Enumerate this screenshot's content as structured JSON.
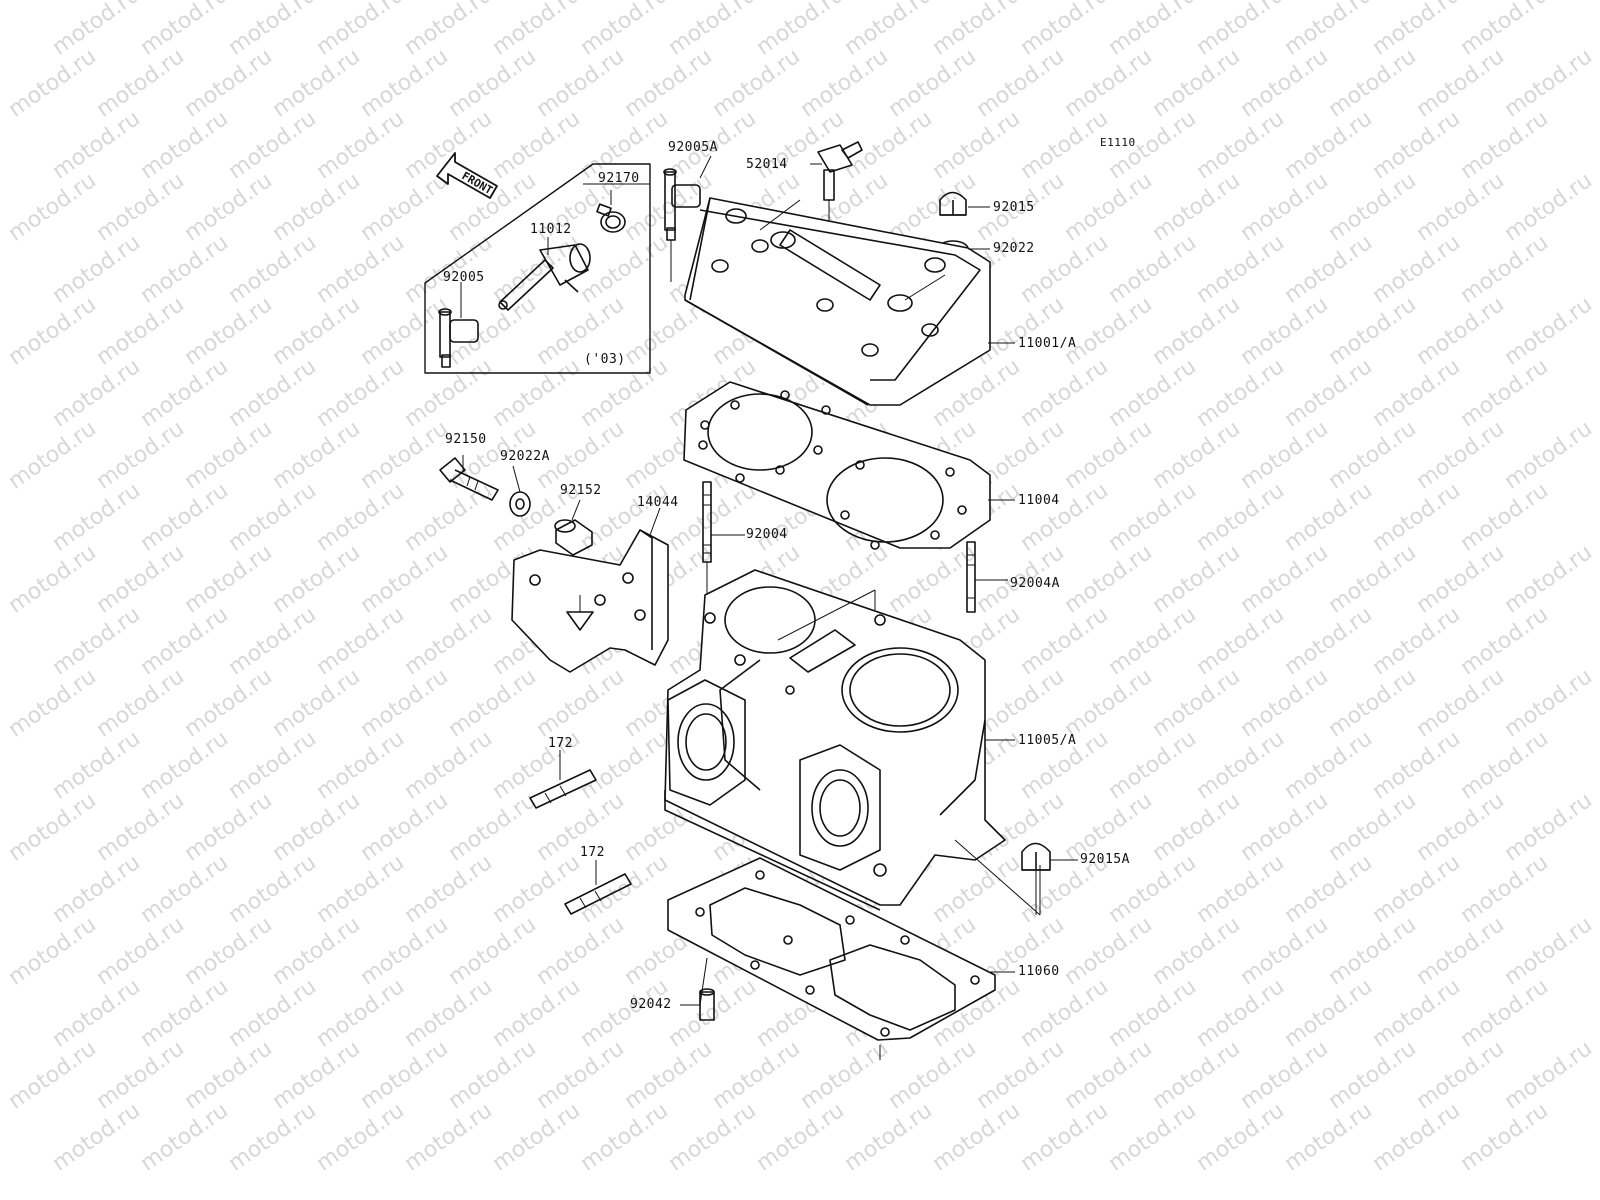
{
  "diagram_code": "E1110",
  "watermark": "motod.ru",
  "front_arrow": "FRONT",
  "inset_note": "('03)",
  "labels": {
    "p92005A": "92005A",
    "p52014": "52014",
    "p92170": "92170",
    "p11012": "11012",
    "p92005": "92005",
    "p92015": "92015",
    "p92022": "92022",
    "p11001A": "11001/A",
    "p11004": "11004",
    "p92150": "92150",
    "p92022A": "92022A",
    "p92152": "92152",
    "p14044": "14044",
    "p92004": "92004",
    "p92004A": "92004A",
    "p11005A": "11005/A",
    "p172a": "172",
    "p172b": "172",
    "p92015A": "92015A",
    "p11060": "11060",
    "p92042": "92042"
  }
}
